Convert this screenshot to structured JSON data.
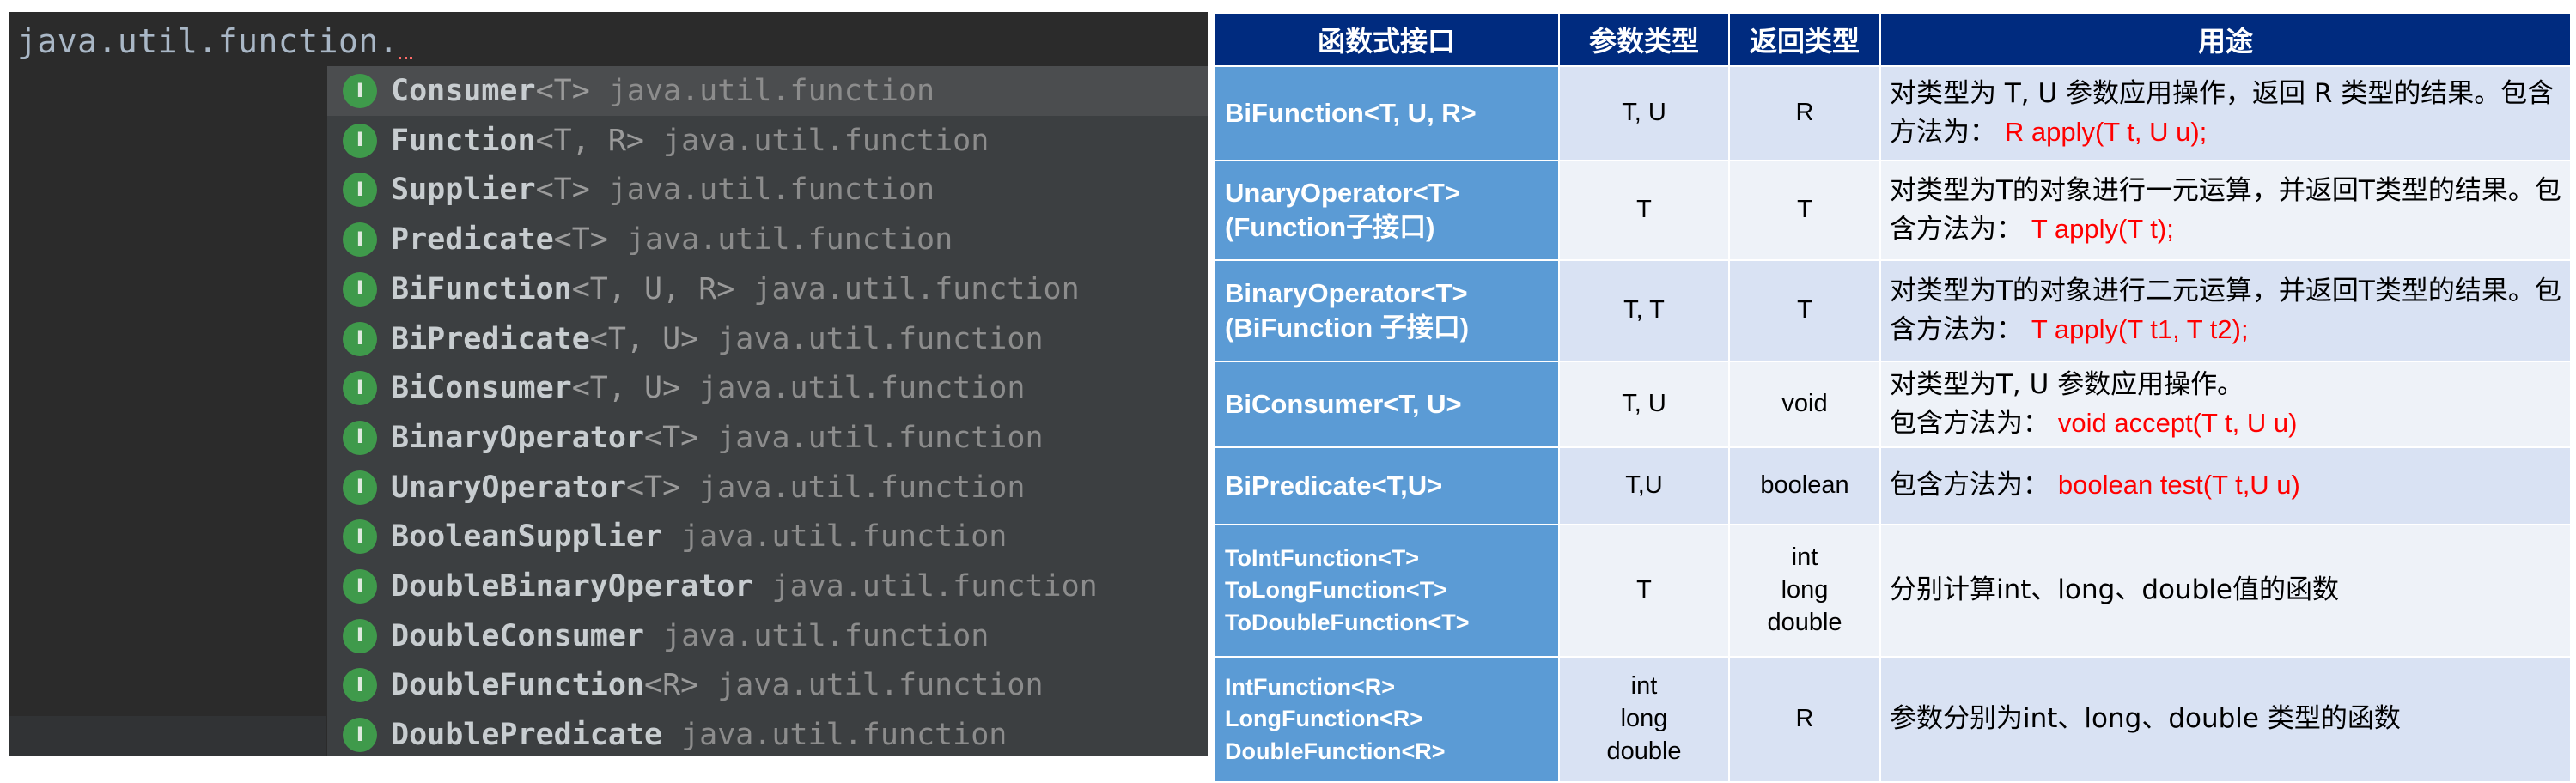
{
  "ide": {
    "input_text": "java.util.function.",
    "badge_letter": "I",
    "suggestions": [
      {
        "name": "Consumer",
        "generic": "<T>",
        "package": "java.util.function"
      },
      {
        "name": "Function",
        "generic": "<T, R>",
        "package": "java.util.function"
      },
      {
        "name": "Supplier",
        "generic": "<T>",
        "package": "java.util.function"
      },
      {
        "name": "Predicate",
        "generic": "<T>",
        "package": "java.util.function"
      },
      {
        "name": "BiFunction",
        "generic": "<T, U, R>",
        "package": "java.util.function"
      },
      {
        "name": "BiPredicate",
        "generic": "<T, U>",
        "package": "java.util.function"
      },
      {
        "name": "BiConsumer",
        "generic": "<T, U>",
        "package": "java.util.function"
      },
      {
        "name": "BinaryOperator",
        "generic": "<T>",
        "package": "java.util.function"
      },
      {
        "name": "UnaryOperator",
        "generic": "<T>",
        "package": "java.util.function"
      },
      {
        "name": "BooleanSupplier",
        "generic": "",
        "package": "java.util.function"
      },
      {
        "name": "DoubleBinaryOperator",
        "generic": "",
        "package": "java.util.function"
      },
      {
        "name": "DoubleConsumer",
        "generic": "",
        "package": "java.util.function"
      },
      {
        "name": "DoubleFunction",
        "generic": "<R>",
        "package": "java.util.function"
      },
      {
        "name": "DoublePredicate",
        "generic": "",
        "package": "java.util.function"
      }
    ]
  },
  "table": {
    "headers": {
      "iface": "函数式接口",
      "param": "参数类型",
      "ret": "返回类型",
      "usage": "用途"
    },
    "rows": [
      {
        "iface1": "BiFunction<T, U, R>",
        "iface2": "",
        "iface3": "",
        "param": "T, U",
        "ret": "R",
        "desc1": "对类型为 T, U 参数应用操作，返回 R 类型的结果。包含方法为：",
        "desc2": "",
        "method": "R apply(T t, U u);"
      },
      {
        "iface1": "UnaryOperator<T>",
        "iface2": "(Function子接口)",
        "iface3": "",
        "param": "T",
        "ret": "T",
        "desc1": "对类型为T的对象进行一元运算，并返回T类型的结果。包含方法为：",
        "desc2": "",
        "method": "T apply(T t);"
      },
      {
        "iface1": "BinaryOperator<T>",
        "iface2": "(BiFunction 子接口)",
        "iface3": "",
        "param": "T, T",
        "ret": "T",
        "desc1": "对类型为T的对象进行二元运算，并返回T类型的结果。包含方法为：",
        "desc2": "",
        "method": "T apply(T t1, T t2);"
      },
      {
        "iface1": "BiConsumer<T, U>",
        "iface2": "",
        "iface3": "",
        "param": "T, U",
        "ret": "void",
        "desc1": "对类型为T, U 参数应用操作。",
        "desc2": "包含方法为：",
        "method": "void accept(T t, U u)"
      },
      {
        "iface1": "BiPredicate<T,U>",
        "iface2": "",
        "iface3": "",
        "param": "T,U",
        "ret": "boolean",
        "desc1": "",
        "desc2": "包含方法为：",
        "method": "boolean test(T t,U u)"
      },
      {
        "iface1": "ToIntFunction<T>",
        "iface2": "ToLongFunction<T>",
        "iface3": "ToDoubleFunction<T>",
        "param": "T",
        "ret": "int\nlong\ndouble",
        "desc1": "分别计算int、long、double值的函数",
        "desc2": "",
        "method": ""
      },
      {
        "iface1": "IntFunction<R>",
        "iface2": "LongFunction<R>",
        "iface3": "DoubleFunction<R>",
        "param": "int\nlong\ndouble",
        "ret": "R",
        "desc1": "参数分别为int、long、double 类型的函数",
        "desc2": "",
        "method": ""
      }
    ]
  }
}
